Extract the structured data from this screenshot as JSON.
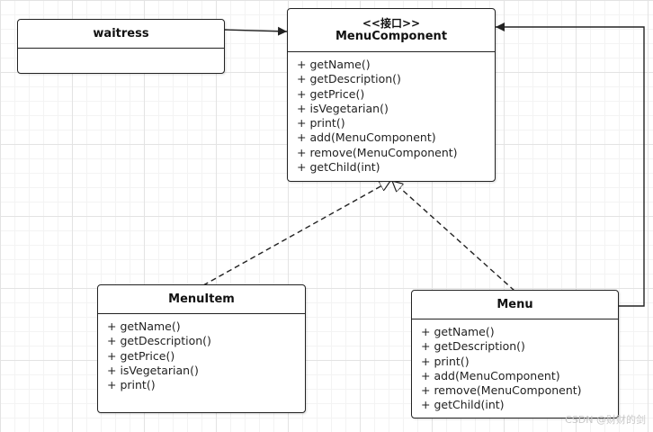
{
  "diagram": {
    "classes": [
      {
        "id": "waitress",
        "stereotype": "",
        "name": "waitress",
        "members": []
      },
      {
        "id": "menu-component",
        "stereotype": "<<接口>>",
        "name": "MenuComponent",
        "members": [
          "+ getName()",
          "+ getDescription()",
          "+ getPrice()",
          "+ isVegetarian()",
          "+ print()",
          "+ add(MenuComponent)",
          "+ remove(MenuComponent)",
          "+ getChild(int)"
        ]
      },
      {
        "id": "menu-item",
        "stereotype": "",
        "name": "MenuItem",
        "members": [
          "+ getName()",
          "+ getDescription()",
          "+ getPrice()",
          "+ isVegetarian()",
          "+ print()"
        ]
      },
      {
        "id": "menu",
        "stereotype": "",
        "name": "Menu",
        "members": [
          "+ getName()",
          "+ getDescription()",
          "+ print()",
          "+ add(MenuComponent)",
          "+ remove(MenuComponent)",
          "+ getChild(int)"
        ]
      }
    ],
    "relations": [
      {
        "from": "waitress",
        "to": "menu-component",
        "type": "association"
      },
      {
        "from": "menu-item",
        "to": "menu-component",
        "type": "realization"
      },
      {
        "from": "menu",
        "to": "menu-component",
        "type": "realization"
      },
      {
        "from": "menu",
        "to": "menu-component",
        "type": "association"
      }
    ]
  },
  "watermark": "CSDN @财财的剑"
}
